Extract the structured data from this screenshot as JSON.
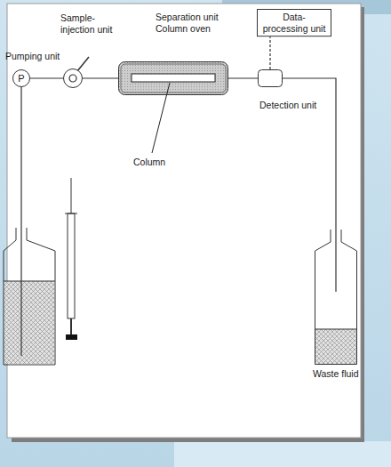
{
  "diagram": {
    "nodes": [
      {
        "text": [
          "Pumping unit",
          "P"
        ]
      },
      {
        "text": [
          "Sample- injection unit"
        ]
      },
      {
        "text": [
          "Separation unit Column oven"
        ]
      },
      {
        "text": [
          "Data- processing unit"
        ]
      },
      {
        "text": [
          "Detection unit"
        ]
      },
      {
        "text": [
          "Waste fluid"
        ]
      }
    ],
    "edges": [
      {
        "from": 0,
        "to": 1,
        "arrow": "none"
      },
      {
        "from": 1,
        "to": 2,
        "arrow": "none"
      },
      {
        "from": 2,
        "to": 4,
        "arrow": "none"
      },
      {
        "from": 4,
        "to": 3,
        "arrow": "none"
      },
      {
        "from": 4,
        "to": 5,
        "arrow": "none"
      }
    ],
    "labels": [
      "Column"
    ]
  }
}
